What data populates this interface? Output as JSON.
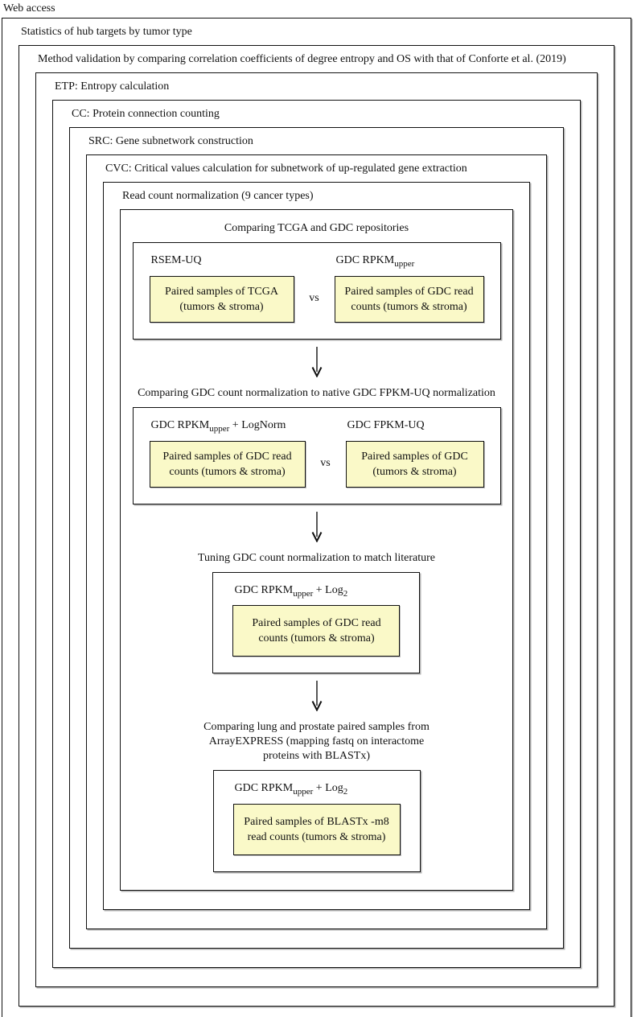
{
  "page": {
    "top_label": "Web access"
  },
  "colors": {
    "sample_box_fill": "#faf9c8",
    "line_color": "#111111",
    "background": "#ffffff"
  },
  "levels": [
    {
      "label": "Statistics of hub targets by tumor type"
    },
    {
      "label": "Method validation by comparing correlation coefficients of degree entropy and OS with that of Conforte et al. (2019)"
    },
    {
      "label": "ETP: Entropy calculation"
    },
    {
      "label": "CC: Protein connection counting"
    },
    {
      "label": "SRC: Gene subnetwork construction"
    },
    {
      "label": "CVC: Critical values calculation for subnetwork of up-regulated gene extraction"
    },
    {
      "label": "Read count normalization (9 cancer types)"
    }
  ],
  "stages": [
    {
      "heading": "Comparing TCGA and GDC repositories",
      "separator": "vs",
      "columns": [
        {
          "label": {
            "base": "RSEM-UQ",
            "sub": "",
            "mid": "",
            "sub2": ""
          },
          "box_lines": [
            "Paired samples of TCGA",
            "(tumors & stroma)"
          ]
        },
        {
          "label": {
            "base": "GDC RPKM",
            "sub": "upper",
            "mid": "",
            "sub2": ""
          },
          "box_lines": [
            "Paired samples of GDC read",
            "counts (tumors & stroma)"
          ]
        }
      ]
    },
    {
      "heading": "Comparing GDC count normalization to native GDC FPKM-UQ normalization",
      "separator": "vs",
      "columns": [
        {
          "label": {
            "base": "GDC RPKM",
            "sub": "upper",
            "mid": " + LogNorm",
            "sub2": ""
          },
          "box_lines": [
            "Paired samples of GDC read",
            "counts (tumors & stroma)"
          ]
        },
        {
          "label": {
            "base": "GDC FPKM-UQ",
            "sub": "",
            "mid": "",
            "sub2": ""
          },
          "box_lines": [
            "Paired samples of GDC",
            "(tumors & stroma)"
          ]
        }
      ]
    },
    {
      "heading": "Tuning GDC count normalization to match literature",
      "separator": "",
      "columns": [
        {
          "label": {
            "base": "GDC RPKM",
            "sub": "upper",
            "mid": " + Log",
            "sub2": "2"
          },
          "box_lines": [
            "Paired samples of GDC read",
            "counts (tumors & stroma)"
          ]
        }
      ]
    },
    {
      "heading": "Comparing lung and prostate paired samples from\nArrayEXPRESS (mapping fastq on interactome\nproteins with BLASTx)",
      "separator": "",
      "columns": [
        {
          "label": {
            "base": "GDC RPKM",
            "sub": "upper",
            "mid": " + Log",
            "sub2": "2"
          },
          "box_lines": [
            "Paired samples of BLASTx -m8",
            "read counts (tumors & stroma)"
          ]
        }
      ]
    }
  ]
}
